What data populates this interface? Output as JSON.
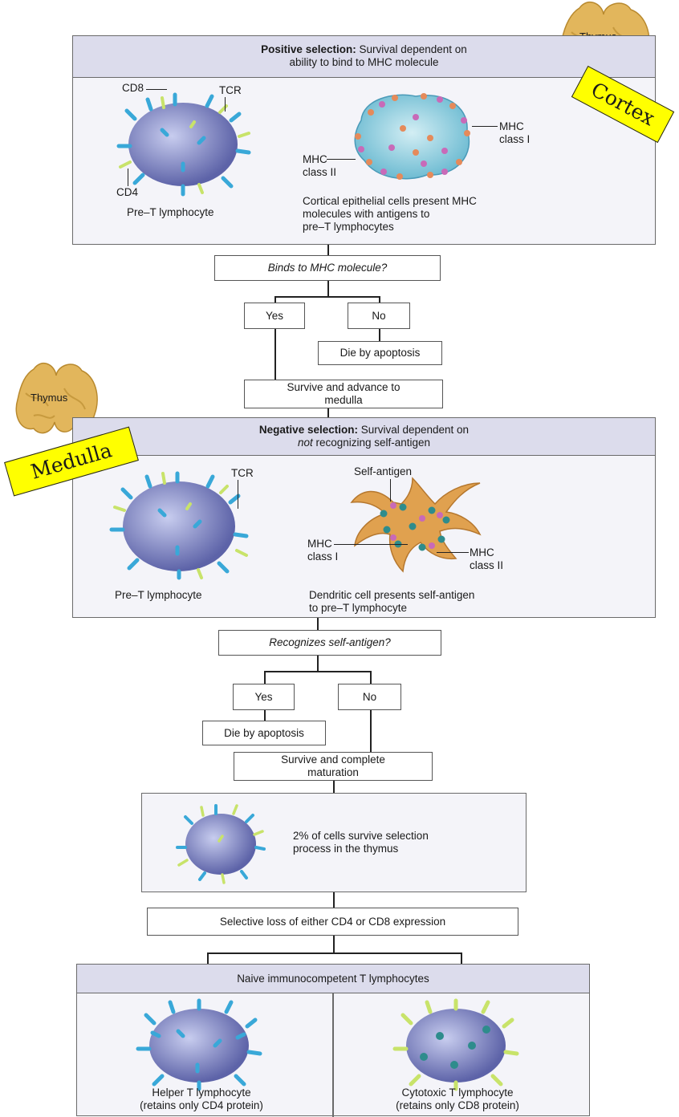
{
  "tags": {
    "thymus": "Thymus",
    "cortex": "Cortex",
    "medulla": "Medulla"
  },
  "positive": {
    "title_bold": "Positive selection:",
    "title_rest": " Survival dependent on",
    "title_line2": "ability to bind to MHC molecule",
    "cd8": "CD8",
    "tcr": "TCR",
    "cd4": "CD4",
    "mhc1_a": "MHC",
    "mhc1_b": "class I",
    "mhc2_a": "MHC",
    "mhc2_b": "class II",
    "pre_t": "Pre–T lymphocyte",
    "cortical_1": "Cortical epithelial cells present MHC",
    "cortical_2": "molecules with antigens to",
    "cortical_3": "pre–T lymphocytes"
  },
  "q1": {
    "question": "Binds to MHC molecule?",
    "yes": "Yes",
    "no": "No",
    "die": "Die by apoptosis",
    "survive_1": "Survive and advance to",
    "survive_2": "medulla"
  },
  "negative": {
    "title_bold": "Negative selection:",
    "title_rest": " Survival dependent on",
    "title_not": "not",
    "title_line2_rest": " recognizing self-antigen",
    "tcr": "TCR",
    "self_antigen": "Self-antigen",
    "mhc1_a": "MHC",
    "mhc1_b": "class I",
    "mhc2_a": "MHC",
    "mhc2_b": "class II",
    "pre_t": "Pre–T lymphocyte",
    "dendritic_1": "Dendritic cell presents self-antigen",
    "dendritic_2": "to pre–T lymphocyte"
  },
  "q2": {
    "question": "Recognizes self-antigen?",
    "yes": "Yes",
    "no": "No",
    "die": "Die by apoptosis",
    "survive_1": "Survive and complete",
    "survive_2": "maturation"
  },
  "survival": {
    "text_1": "2% of cells survive selection",
    "text_2": "process in the thymus"
  },
  "selective": {
    "text": "Selective loss of either CD4 or CD8 expression"
  },
  "naive": {
    "title": "Naive immunocompetent T lymphocytes",
    "helper_1": "Helper T lymphocyte",
    "helper_2": "(retains only CD4 protein)",
    "cyto_1": "Cytotoxic T lymphocyte",
    "cyto_2": "(retains only CD8 protein)"
  },
  "colors": {
    "panel_bg": "#f4f4f9",
    "header_bg": "#dcdcec",
    "sticky": "#ffff00",
    "cell": "#7f86c6",
    "thymus": "#e0b45a"
  }
}
